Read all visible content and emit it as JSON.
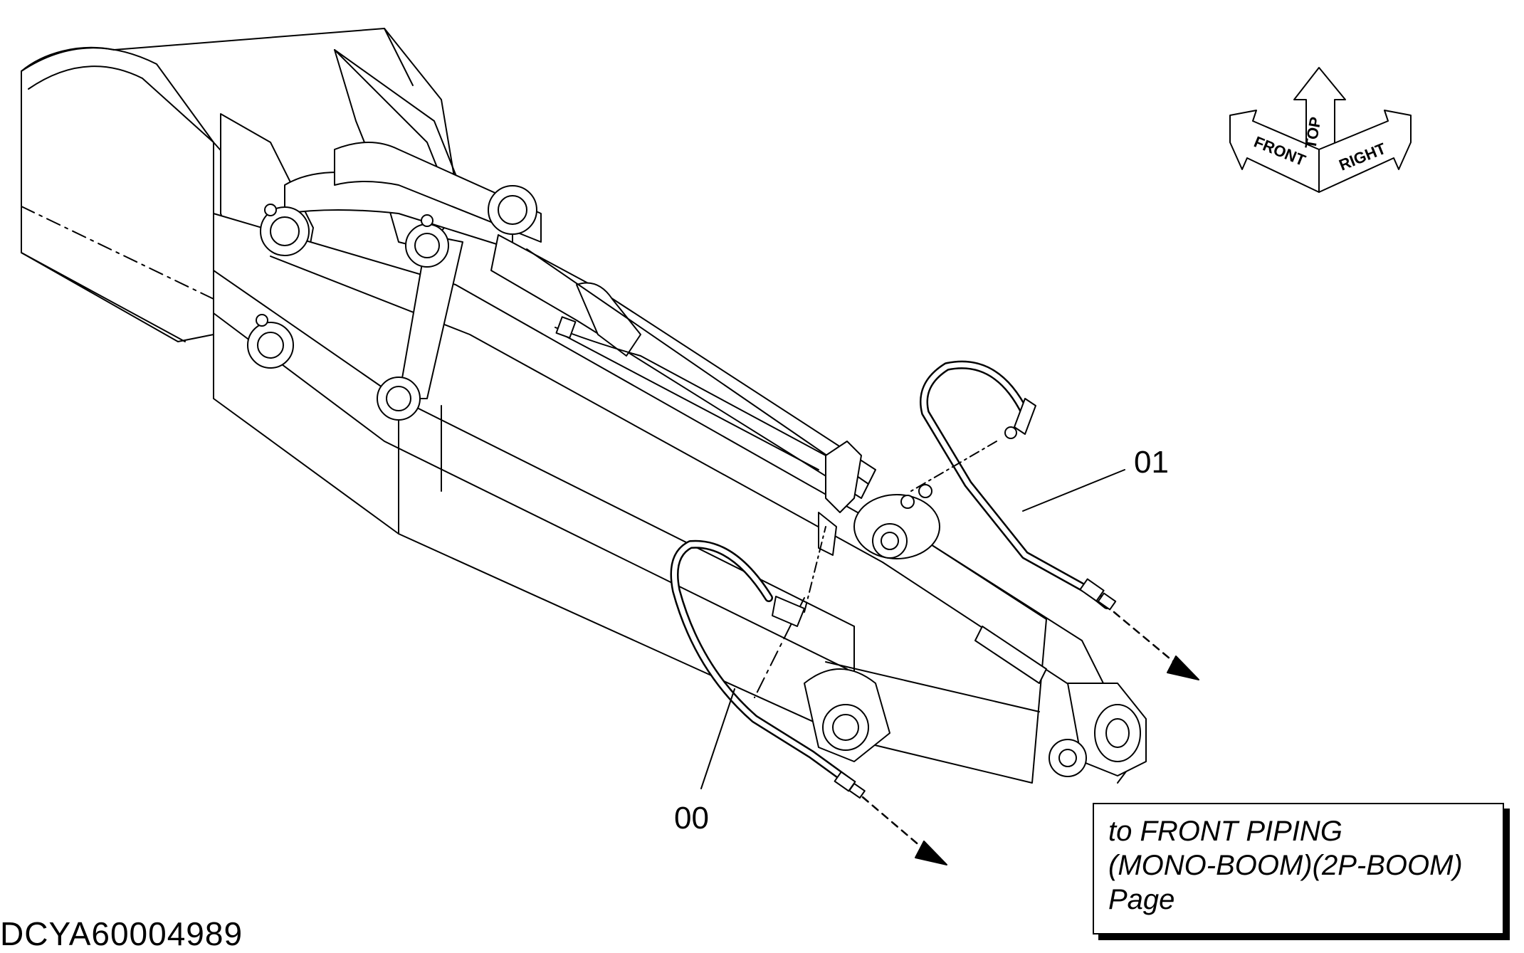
{
  "diagram": {
    "callouts": {
      "part_01": "01",
      "part_00": "00"
    },
    "reference_note": {
      "line1": "to FRONT PIPING",
      "line2": "(MONO-BOOM)(2P-BOOM)",
      "line3": "Page"
    },
    "drawing_code": "DCYA60004989",
    "orientation": {
      "front": "FRONT",
      "top": "TOP",
      "right": "RIGHT"
    },
    "icons": [
      "orientation-arrows-icon",
      "flow-arrow-icon"
    ]
  }
}
